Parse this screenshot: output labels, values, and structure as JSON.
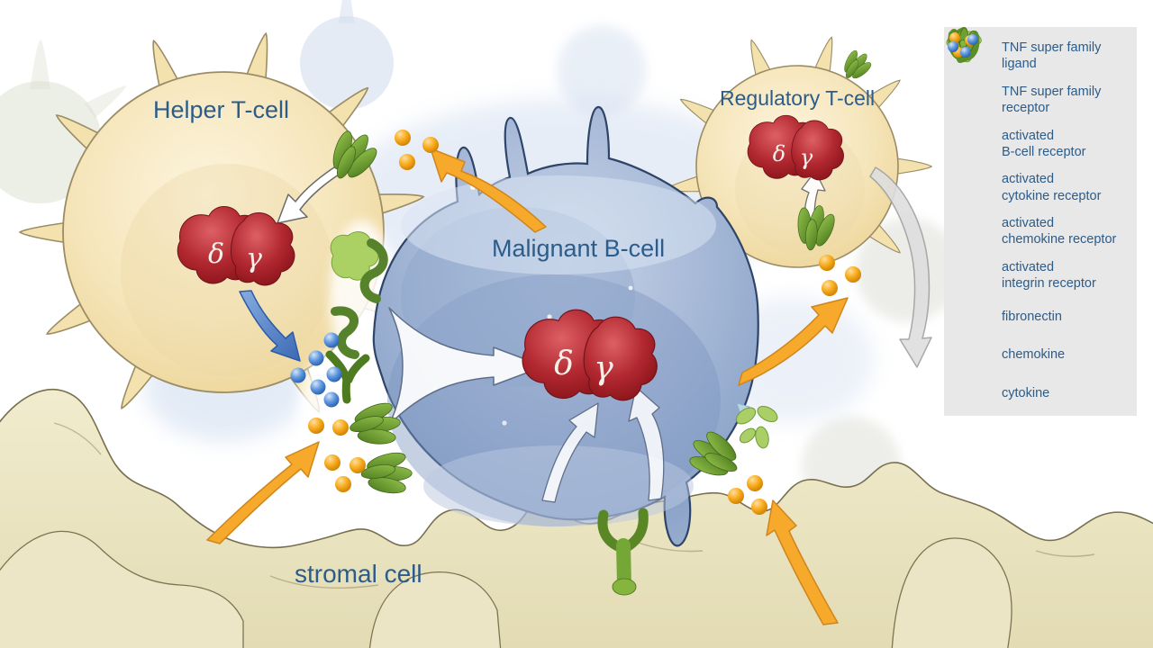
{
  "labels": {
    "helper_t_cell": "Helper T-cell",
    "malignant_b_cell": "Malignant B-cell",
    "regulatory_t_cell": "Regulatory T-cell",
    "stromal_cell": "stromal cell",
    "delta": "δ",
    "gamma": "γ"
  },
  "legend": {
    "items": [
      {
        "icon": "tnf-ligand-icon",
        "label": "TNF super family\nligand"
      },
      {
        "icon": "tnf-receptor-icon",
        "label": "TNF super family\nreceptor"
      },
      {
        "icon": "bcell-receptor-icon",
        "label": "activated\nB-cell receptor"
      },
      {
        "icon": "cytokine-receptor-icon",
        "label": "activated\ncytokine receptor"
      },
      {
        "icon": "chemokine-receptor-icon",
        "label": "activated\nchemokine receptor"
      },
      {
        "icon": "integrin-receptor-icon",
        "label": "activated\nintegrin receptor"
      },
      {
        "icon": "fibronectin-icon",
        "label": "fibronectin"
      },
      {
        "icon": "chemokine-icon",
        "label": "chemokine"
      },
      {
        "icon": "cytokine-icon",
        "label": "cytokine"
      }
    ]
  },
  "colors": {
    "label_text": "#2b5c8a",
    "legend_background": "#e8e8e8",
    "t_cell_cream": "#f6e6bc",
    "b_cell_blue": "#a8bad8",
    "stromal_olive": "#e9e3c2",
    "receptor_green": "#6f9e33",
    "chemokine_orange": "#f5a81f",
    "cytokine_blue": "#5e95de",
    "delta_gamma_red": "#b22830",
    "arrow_orange": "#f7a92b",
    "arrow_gray": "#dedede"
  }
}
